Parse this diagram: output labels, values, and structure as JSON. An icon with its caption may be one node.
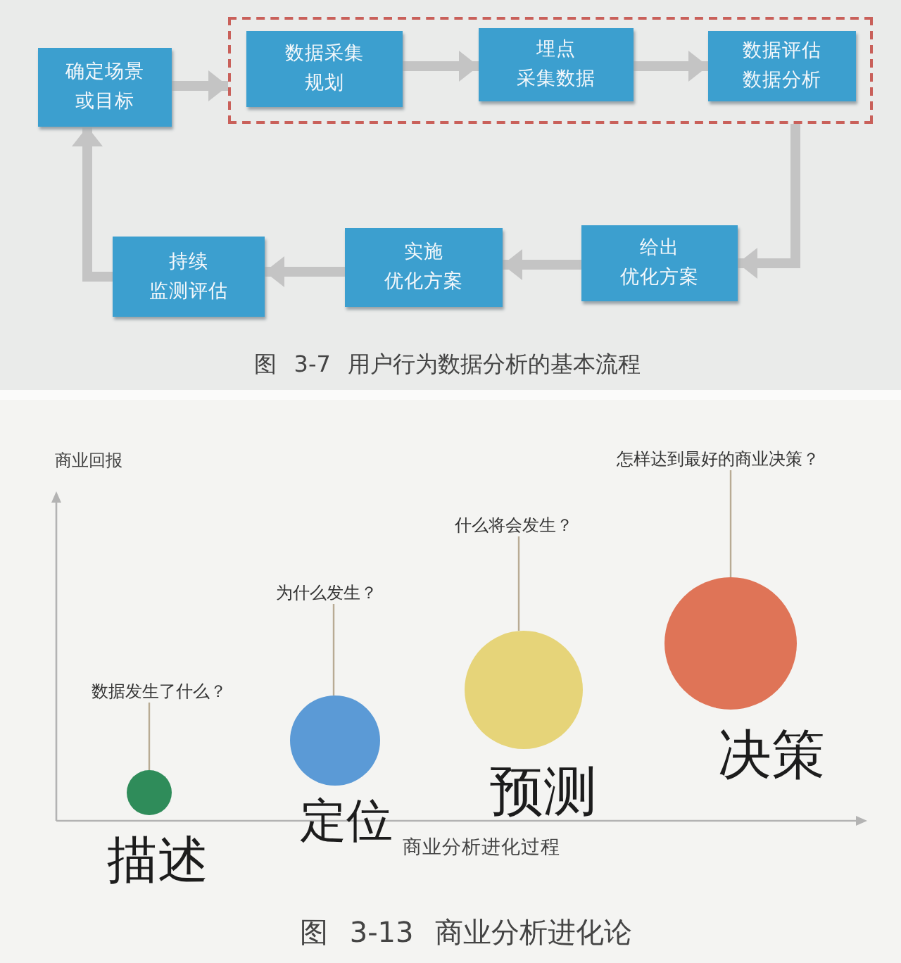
{
  "diagram": {
    "nodes": [
      {
        "text": [
          "确定场景或目标"
        ]
      },
      {
        "text": [],
        "shape": "box"
      },
      {
        "text": [
          "数据采集规划"
        ],
        "in": 1
      },
      {
        "text": [
          "埋点采集数据"
        ],
        "in": 1
      },
      {
        "text": [
          "数据评估数据分析"
        ],
        "in": 1
      },
      {
        "text": [
          "持续监测评估"
        ]
      },
      {
        "text": [
          "实施优化方案"
        ]
      },
      {
        "text": [
          "给出优化方案"
        ]
      },
      {
        "text": [
          "数据发生了什么？"
        ]
      },
      {
        "text": [],
        "shape": "circle",
        "beside": [
          "描述"
        ]
      },
      {
        "text": [
          "为什么发生？"
        ]
      },
      {
        "text": [],
        "shape": "circle",
        "beside": [
          "定位"
        ]
      },
      {
        "text": [
          "什么将会发生？"
        ]
      },
      {
        "text": [],
        "shape": "circle",
        "beside": [
          "预测"
        ]
      },
      {
        "text": [
          "怎样达到最好的商业决策？"
        ]
      },
      {
        "text": [],
        "shape": "circle",
        "beside": [
          "决策"
        ]
      }
    ],
    "edges": [
      {
        "from": 0,
        "to": 1,
        "arrow": "to"
      },
      {
        "from": 2,
        "to": 3,
        "arrow": "to"
      },
      {
        "from": 3,
        "to": 4,
        "arrow": "to"
      },
      {
        "from": 1,
        "to": 7,
        "arrow": "to"
      },
      {
        "from": 7,
        "to": 6,
        "arrow": "to"
      },
      {
        "from": 6,
        "to": 5,
        "arrow": "to"
      },
      {
        "from": 5,
        "to": 0,
        "arrow": "to"
      },
      {
        "from": 8,
        "to": 9,
        "arrow": "none",
        "color": "#b8ab94"
      },
      {
        "from": 10,
        "to": 11,
        "arrow": "none",
        "color": "#b8ab94"
      },
      {
        "from": 12,
        "to": 13,
        "arrow": "none",
        "color": "#b8ab94"
      },
      {
        "from": 14,
        "to": 15,
        "arrow": "none",
        "color": "#b8ab94"
      }
    ],
    "labels": [
      "图 3-7 用户行为数据分析的基本流程",
      "商业回报",
      "商业分析进化过程",
      "图 3-13 商业分析进化论"
    ]
  }
}
